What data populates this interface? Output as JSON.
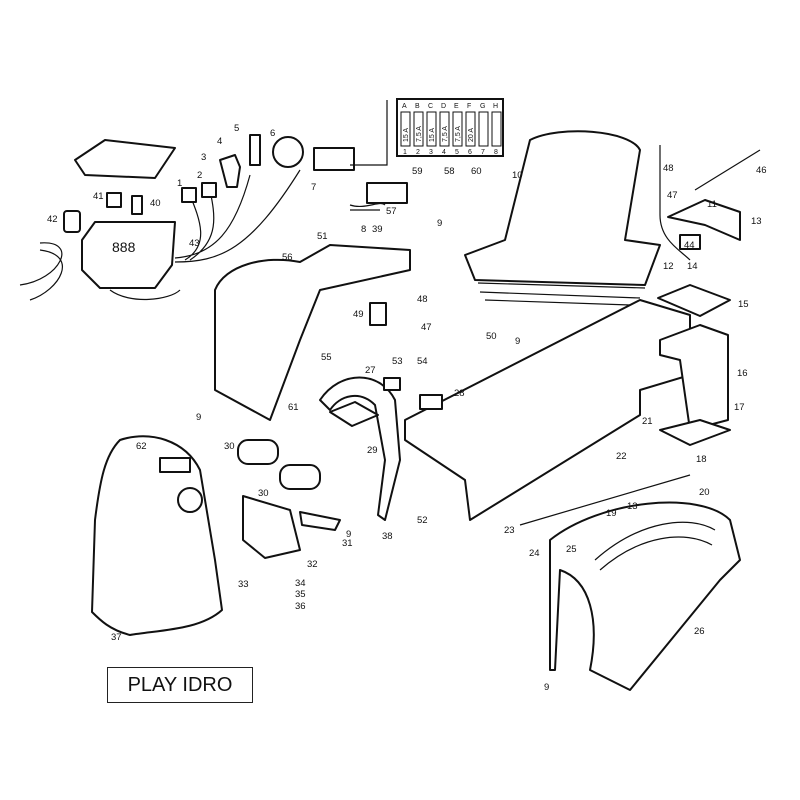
{
  "title": "PLAY IDRO",
  "colors": {
    "line": "#111111",
    "highlight_callout": "#e0403a"
  },
  "fuse_box": {
    "columns": [
      "A",
      "B",
      "C",
      "D",
      "E",
      "F",
      "G",
      "H"
    ],
    "ratings": [
      "15 A",
      "7,5 A",
      "15 A",
      "7,5 A",
      "7,5 A",
      "20 A",
      "",
      ""
    ],
    "numbers": [
      "1",
      "2",
      "3",
      "4",
      "5",
      "6",
      "7",
      "8"
    ]
  },
  "callouts": [
    "1",
    "2",
    "3",
    "4",
    "5",
    "6",
    "7",
    "40",
    "41",
    "42",
    "43",
    "59",
    "58",
    "60",
    "57",
    "10",
    "48",
    "47",
    "46",
    "11",
    "13",
    "44",
    "14",
    "12",
    "9",
    "39",
    "8",
    "56",
    "51",
    "48",
    "49",
    "47",
    "55",
    "50",
    "9",
    "15",
    "16",
    "17",
    "53",
    "54",
    "27",
    "28",
    "61",
    "9",
    "29",
    "62",
    "30",
    "30",
    "21",
    "22",
    "18",
    "13",
    "20",
    "19",
    "23",
    "9",
    "31",
    "52",
    "38",
    "24",
    "25",
    "32",
    "33",
    "34",
    "35",
    "36",
    "37",
    "26",
    "9"
  ]
}
